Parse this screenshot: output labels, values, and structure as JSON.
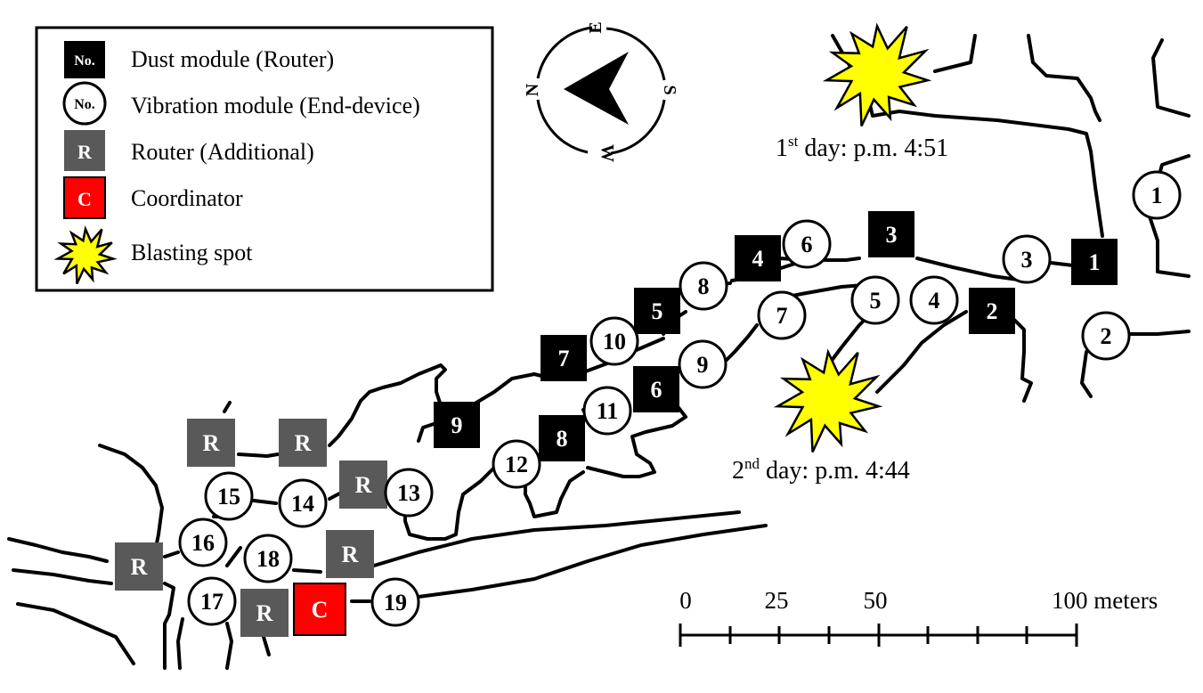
{
  "legend": {
    "items": [
      {
        "kind": "dust",
        "symbol": "No.",
        "label": "Dust module (Router)"
      },
      {
        "kind": "vibration",
        "symbol": "No.",
        "label": "Vibration module (End-device)"
      },
      {
        "kind": "router",
        "symbol": "R",
        "label": "Router (Additional)"
      },
      {
        "kind": "coordinator",
        "symbol": "C",
        "label": "Coordinator"
      },
      {
        "kind": "blast",
        "symbol": "",
        "label": "Blasting spot"
      }
    ]
  },
  "compass": {
    "letters": [
      "E",
      "S",
      "W",
      "N"
    ]
  },
  "colors": {
    "dust": "#000000",
    "vibration": "#ffffff",
    "router": "#595959",
    "coordinator": "#ff0000",
    "blast": "#ffff00",
    "tunnel": "#000000"
  },
  "annotations": {
    "day1": {
      "prefix": "1",
      "sup": "st",
      "rest": " day: p.m. 4:51"
    },
    "day2": {
      "prefix": "2",
      "sup": "nd",
      "rest": " day: p.m. 4:44"
    }
  },
  "scale_bar": {
    "tick_labels": [
      "0",
      "25",
      "50",
      "100 meters"
    ]
  },
  "nodes": {
    "dust": [
      {
        "label": "1"
      },
      {
        "label": "2"
      },
      {
        "label": "3"
      },
      {
        "label": "4"
      },
      {
        "label": "5"
      },
      {
        "label": "6"
      },
      {
        "label": "7"
      },
      {
        "label": "8"
      },
      {
        "label": "9"
      }
    ],
    "vibration": [
      {
        "label": "1"
      },
      {
        "label": "2"
      },
      {
        "label": "3"
      },
      {
        "label": "4"
      },
      {
        "label": "5"
      },
      {
        "label": "6"
      },
      {
        "label": "7"
      },
      {
        "label": "8"
      },
      {
        "label": "9"
      },
      {
        "label": "10"
      },
      {
        "label": "11"
      },
      {
        "label": "12"
      },
      {
        "label": "13"
      },
      {
        "label": "14"
      },
      {
        "label": "15"
      },
      {
        "label": "16"
      },
      {
        "label": "17"
      },
      {
        "label": "18"
      },
      {
        "label": "19"
      }
    ],
    "router": [
      {
        "label": "R"
      },
      {
        "label": "R"
      },
      {
        "label": "R"
      },
      {
        "label": "R"
      },
      {
        "label": "R"
      },
      {
        "label": "R"
      }
    ],
    "coordinator": [
      {
        "label": "C"
      }
    ]
  }
}
